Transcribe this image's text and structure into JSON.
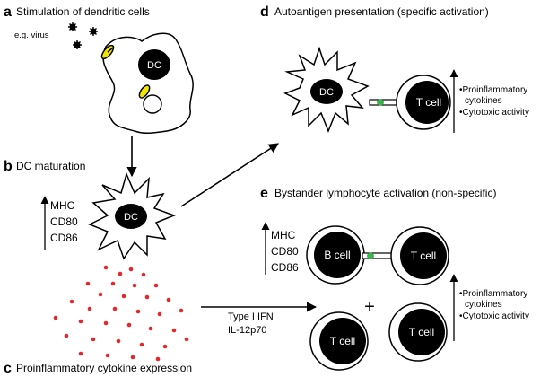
{
  "panels": {
    "a": {
      "letter": "a",
      "title": "Stimulation of dendritic cells",
      "virus_label": "e.g. virus",
      "cell_label": "DC"
    },
    "b": {
      "letter": "b",
      "title": "DC maturation",
      "markers": [
        "MHC",
        "CD80",
        "CD86"
      ],
      "cell_label": "DC"
    },
    "c": {
      "letter": "c",
      "title": "Proinflammatory cytokine expression"
    },
    "d": {
      "letter": "d",
      "title": "Autoantigen presentation (specific activation)",
      "dc_label": "DC",
      "t_label": "T cell",
      "effects": [
        "•Proinflammatory",
        "cytokines",
        "•Cytotoxic activity"
      ]
    },
    "e": {
      "letter": "e",
      "title": "Bystander lymphocyte activation (non-specific)",
      "markers": [
        "MHC",
        "CD80",
        "CD86"
      ],
      "b_label": "B cell",
      "t_label": "T cell",
      "plus": "+",
      "effects": [
        "•Proinflammatory",
        "cytokines",
        "•Cytotoxic activity"
      ]
    }
  },
  "signal_labels": [
    "Type I IFN",
    "IL-12p70"
  ],
  "colors": {
    "ink": "#000000",
    "cytokine": "#e8262a",
    "receptor": "#f2e600",
    "synapse": "#39b54a"
  }
}
